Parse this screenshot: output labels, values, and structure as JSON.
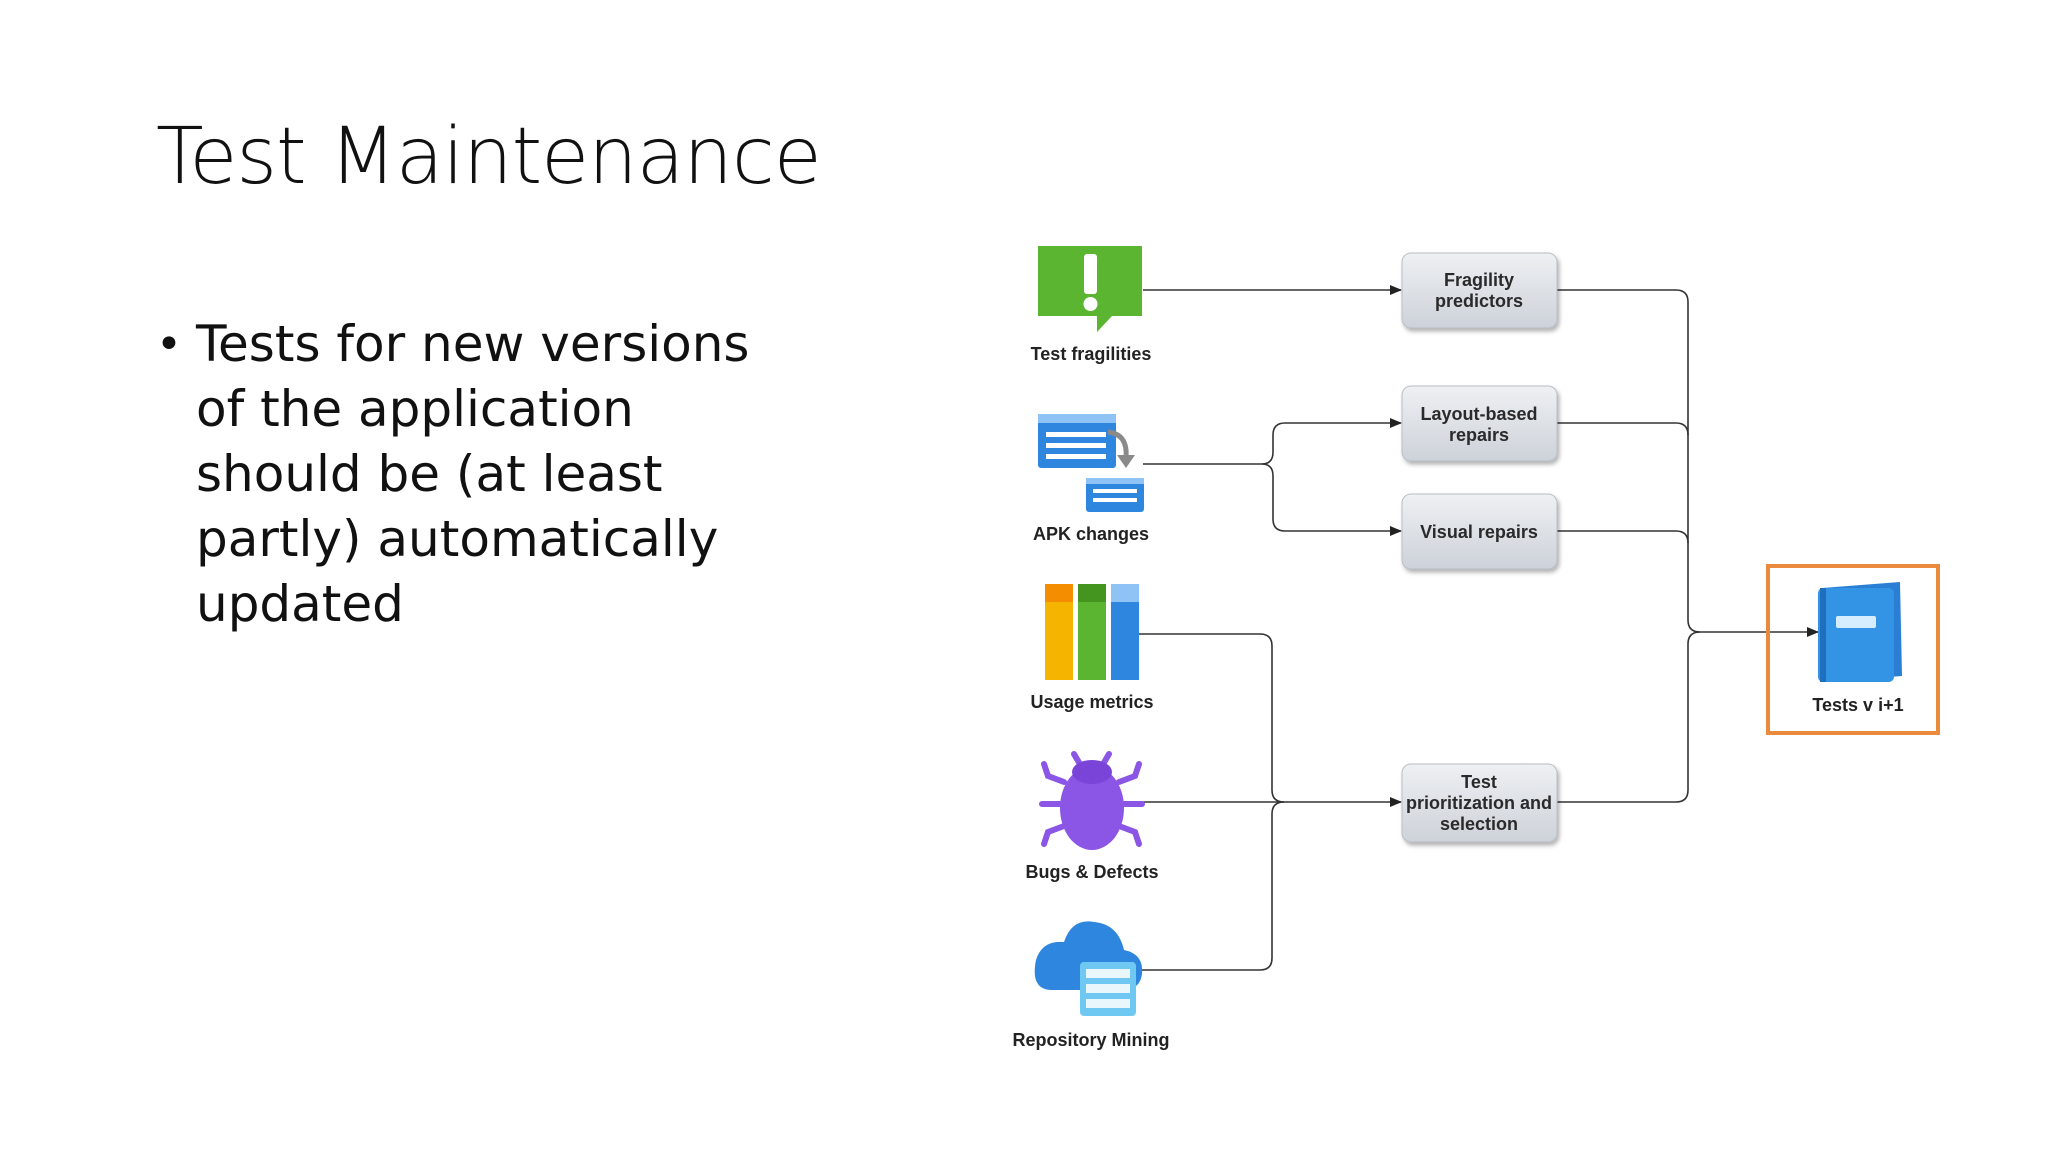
{
  "slide": {
    "title": "Test Maintenance",
    "bullets": [
      {
        "lines": [
          "Tests for new versions",
          "of the application",
          "should be (at least",
          "partly) automatically",
          "updated"
        ]
      }
    ]
  },
  "diagram": {
    "sources": [
      {
        "label": "Test fragilities",
        "icon": "exclamation-speech-icon",
        "color": "#5cb531"
      },
      {
        "label": "APK changes",
        "icon": "document-swap-icon",
        "color": "#2f86de"
      },
      {
        "label": "Usage metrics",
        "icon": "bar-columns-icon",
        "color": "#f5b400"
      },
      {
        "label": "Bugs & Defects",
        "icon": "bug-icon",
        "color": "#8b55e6"
      },
      {
        "label": "Repository Mining",
        "icon": "cloud-database-icon",
        "color": "#2f86de"
      }
    ],
    "processes": [
      {
        "lines": [
          "Fragility",
          "predictors"
        ]
      },
      {
        "lines": [
          "Layout-based",
          "repairs"
        ]
      },
      {
        "lines": [
          "Visual repairs"
        ]
      },
      {
        "lines": [
          "Test",
          "prioritization and",
          "selection"
        ]
      }
    ],
    "output": {
      "label": "Tests v i+1",
      "icon": "book-icon",
      "highlight_color": "#e98a3c"
    }
  }
}
